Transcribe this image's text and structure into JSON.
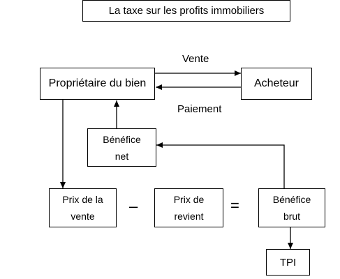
{
  "title": "La taxe sur les profits immobiliers",
  "nodes": {
    "proprietaire": "Propriétaire du bien",
    "acheteur": "Acheteur",
    "benefice_net_l1": "Bénéfice",
    "benefice_net_l2": "net",
    "prix_vente_l1": "Prix de la",
    "prix_vente_l2": "vente",
    "prix_revient_l1": "Prix de",
    "prix_revient_l2": "revient",
    "benefice_brut_l1": "Bénéfice",
    "benefice_brut_l2": "brut",
    "tpi": "TPI"
  },
  "edges": {
    "vente": "Vente",
    "paiement": "Paiement"
  },
  "operators": {
    "minus": "–",
    "equals": "="
  }
}
